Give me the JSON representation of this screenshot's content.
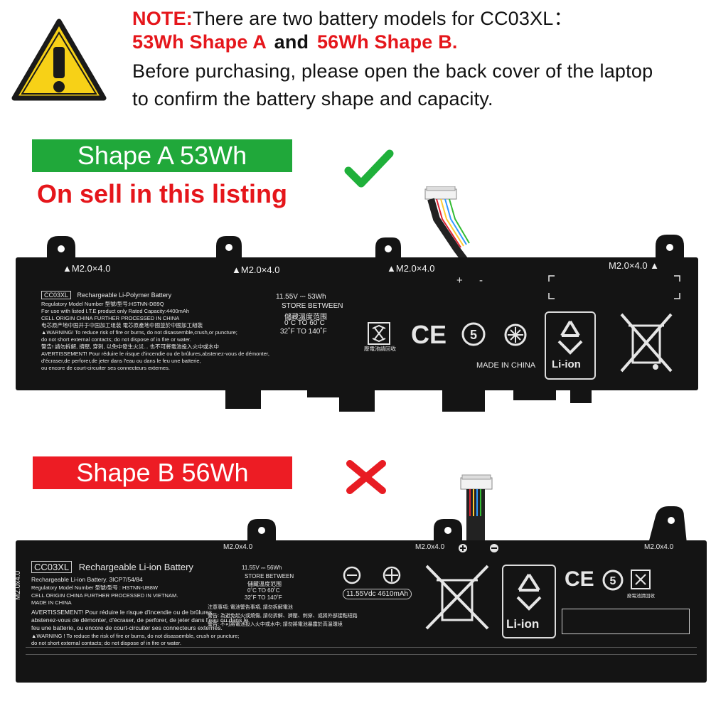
{
  "note": {
    "prefix": "NOTE:",
    "line1_rest": "There are two battery models for CC03XL：",
    "line2_a": "53Wh Shape A",
    "line2_and": "and",
    "line2_b": "56Wh Shape B.",
    "line3": "Before purchasing, please open the back cover of the laptop",
    "line4": "to confirm the battery shape and capacity."
  },
  "shape_a": {
    "banner": "Shape A  53Wh",
    "status": "On sell in this listing",
    "screw_labels": [
      "▲M2.0×4.0",
      "▲M2.0×4.0",
      "▲M2.0×4.0",
      "M2.0×4.0 ▲"
    ],
    "model": "CC03XL",
    "type": "Rechargeable Li-Polymer Battery",
    "reg_model": "Regulatory Model Number 型號/型号:HSTNN-DB9Q",
    "ite": "For use with listed I.T.E product only     Rated Capacity:4400mAh",
    "cell_origin": "CELL ORIGIN CHINA FURTHER PROCESSED IN CHINA",
    "cn_line1": "电芯原产地中国并于中国加工组装    電芯原產地中國並於中國加工組裝",
    "warning1": "▲WARNING! To reduce risk of fire or burns, do not disassemble,crush,or puncture;",
    "warning2": "do not short external contacts; do not dispose of in fire or water.",
    "cn_warning": "警告! 請勿拆解, 擠壓, 穿刺, 以免中發生火災... 也不可將電池投入火中或水中",
    "avert1": "AVERTISSEMENT! Pour réduire le risque d'incendie ou de brûlures,abstenez-vous de démonter,",
    "avert2": "d'écraser,de perforer,de jeter dans l'eau ou dans le feu une batterie,",
    "avert3": "ou encore de court-circuiter ses connecteurs externes.",
    "voltage": "11.55V ⎓ 53Wh",
    "store_between": "STORE BETWEEN",
    "store_cn": "儲藏溫度范围",
    "temp_c": "0˚C TO 60˚C",
    "temp_f": "32˚F TO 140˚F",
    "recycle_cn": "廢電池請回收",
    "plus": "+",
    "minus": "-",
    "made_in": "MADE IN CHINA",
    "ce": "CE",
    "liion": "Li-ion"
  },
  "shape_b": {
    "banner": "Shape B 56Wh",
    "screw_labels": [
      "M2.0x4.0",
      "M2.0x4.0",
      "M2.0x4.0",
      "M2.0x4.0"
    ],
    "model": "CC03XL",
    "type": "Rechargeable Li-ion Battery",
    "cells": "Rechargeable Li-ion Battery.  3ICP7/54/84",
    "reg_model": "Regulatory Model Number 型號/型号 :  HSTNN-UB8W",
    "cell_origin": "CELL ORIGIN CHINA FURTHER PROCESSED IN VIETNAM.",
    "made_in": "MADE IN CHINA",
    "avert1": "AVERTISSEMENT! Pour réduire le risque d'incendie ou de brûlures,",
    "avert2": "abstenez-vous de démonter, d'écraser, de perforer, de jeter dans l'eau ou dans le",
    "avert3": "feu une batterie, ou encore de court-circuiter ses connecteurs externes.",
    "warning1": "▲WARNING ! To reduce the risk of fire or burns, do not disassemble, crush or puncture;",
    "warning2": "do not short external contacts; do not dispose of in fire or water.",
    "voltage": "11.55V ⎓ 56Wh",
    "store_between": "STORE BETWEEN",
    "store_cn": "儲藏溫度范围",
    "temp_c": "0˚C TO 60˚C",
    "temp_f": "32˚F TO 140˚F",
    "rating": "11.55Vdc   4610mAh",
    "ce": "CE",
    "recycle_cn": "廢電池請回收",
    "liion": "Li-ion",
    "cn_notice1": "注意事項: 電池警告事項, 請勿拆解電池",
    "cn_notice2": "警告: 為避免起火或燒傷, 請勿拆解、擠壓、刺穿、或將外部接點短路",
    "cn_notice3": "警告: 不可將電池投入火中或水中; 請勿將電池暴露於高溫環境"
  },
  "colors": {
    "note_red": "#e5161b",
    "banner_green": "#20a83a",
    "banner_red": "#ed1c24",
    "check_green": "#1fb03a",
    "cross_red": "#e81c23",
    "battery_black": "#141414",
    "warning_yellow": "#f7d117"
  },
  "icons": [
    "warning-icon",
    "checkmark-icon",
    "cross-icon",
    "recycle-icon",
    "crossed-bin-icon",
    "ce-mark-icon",
    "connector-cable-icon"
  ]
}
